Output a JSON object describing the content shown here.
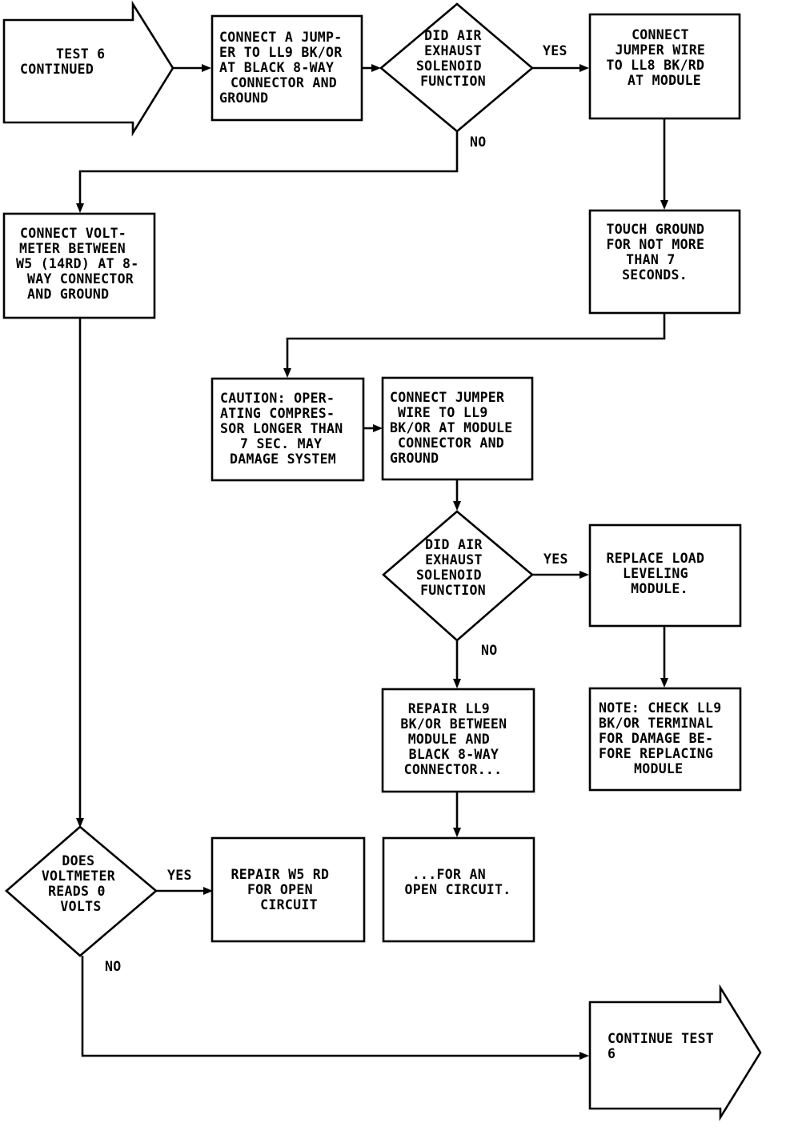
{
  "nodes": {
    "test6_continued": {
      "lines": [
        "TEST 6",
        "CONTINUED"
      ]
    },
    "connect_jumper_ll9_black": {
      "lines": [
        "CONNECT A JUMP-",
        "ER TO LL9 BK/OR",
        "AT BLACK 8-WAY",
        "CONNECTOR AND",
        "GROUND"
      ]
    },
    "did_air_exhaust_1": {
      "lines": [
        "DID AIR",
        "EXHAUST",
        "SOLENOID",
        "FUNCTION"
      ]
    },
    "connect_jumper_ll8": {
      "lines": [
        "CONNECT",
        "JUMPER WIRE",
        "TO LL8 BK/RD",
        "AT MODULE"
      ]
    },
    "connect_voltmeter": {
      "lines": [
        "CONNECT VOLT-",
        "METER BETWEEN",
        "W5 (14RD) AT 8-",
        "WAY CONNECTOR",
        "AND GROUND"
      ]
    },
    "touch_ground": {
      "lines": [
        "TOUCH GROUND",
        "FOR NOT MORE",
        "THAN 7",
        "SECONDS."
      ]
    },
    "caution": {
      "lines": [
        "CAUTION: OPER-",
        "ATING COMPRES-",
        "SOR LONGER THAN",
        "7 SEC. MAY",
        "DAMAGE SYSTEM"
      ]
    },
    "connect_jumper_ll9_module": {
      "lines": [
        "CONNECT JUMPER",
        "WIRE TO LL9",
        "BK/OR AT MODULE",
        "CONNECTOR AND",
        "GROUND"
      ]
    },
    "did_air_exhaust_2": {
      "lines": [
        "DID AIR",
        "EXHAUST",
        "SOLENOID",
        "FUNCTION"
      ]
    },
    "replace_module": {
      "lines": [
        "REPLACE LOAD",
        "LEVELING",
        "MODULE."
      ]
    },
    "repair_ll9": {
      "lines": [
        "REPAIR LL9",
        "BK/OR BETWEEN",
        "MODULE AND",
        "BLACK 8-WAY",
        "CONNECTOR..."
      ]
    },
    "note_check": {
      "lines": [
        "NOTE: CHECK LL9",
        "BK/OR TERMINAL",
        "FOR DAMAGE BE-",
        "FORE REPLACING",
        "MODULE"
      ]
    },
    "does_voltmeter": {
      "lines": [
        "DOES",
        "VOLTMETER",
        "READS 0",
        "VOLTS"
      ]
    },
    "repair_w5": {
      "lines": [
        "REPAIR W5 RD",
        "FOR OPEN",
        "CIRCUIT"
      ]
    },
    "for_open_circuit": {
      "lines": [
        "...FOR AN",
        "OPEN CIRCUIT."
      ]
    },
    "continue_test6": {
      "lines": [
        "CONTINUE TEST",
        "6"
      ]
    }
  },
  "edge_labels": {
    "d1_yes": "YES",
    "d1_no": "NO",
    "d2_yes": "YES",
    "d2_no": "NO",
    "d3_yes": "YES",
    "d3_no": "NO"
  }
}
